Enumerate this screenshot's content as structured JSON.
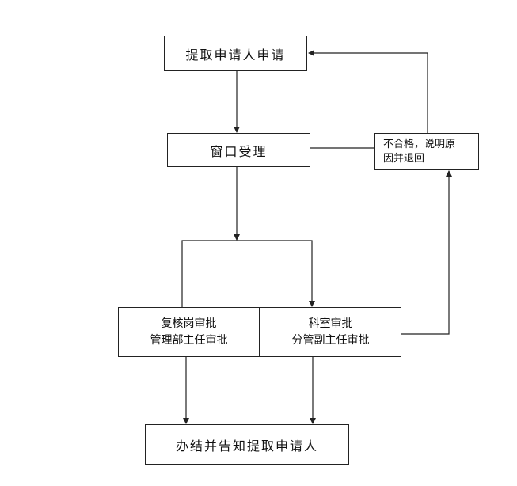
{
  "flow": {
    "apply": "提取申请人申请",
    "window": "窗口受理",
    "reject": [
      "不合格，说明原",
      "因并退回"
    ],
    "review": [
      "复核岗审批",
      "管理部主任审批"
    ],
    "office": [
      "科室审批",
      "分管副主任审批"
    ],
    "finish": "办结并告知提取申请人"
  }
}
